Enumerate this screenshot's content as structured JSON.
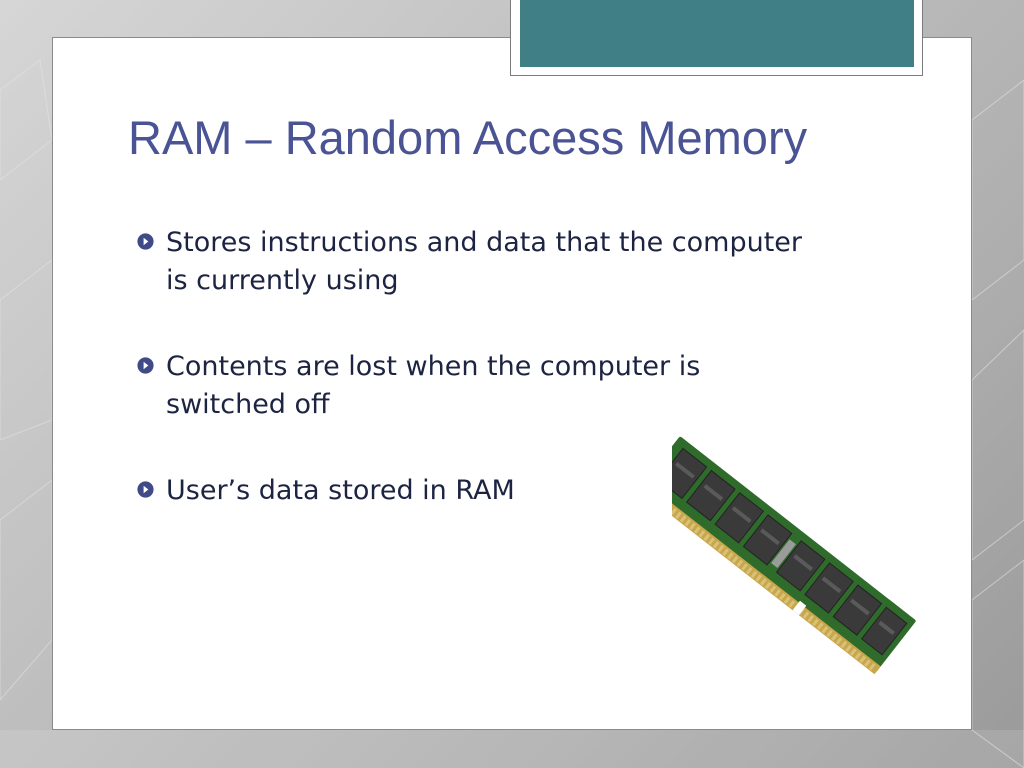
{
  "slide": {
    "title": "RAM – Random Access Memory",
    "bullets": [
      {
        "text": "Stores instructions and data that the computer is currently using"
      },
      {
        "text": "Contents are lost when the computer is switched off"
      },
      {
        "text": "User’s data stored in RAM"
      }
    ],
    "image": {
      "name": "ram-module-image"
    }
  },
  "colors": {
    "title": "#4a5394",
    "body_text": "#1d2442",
    "accent": "#417f86",
    "bullet_icon": "#3f4a86",
    "background": "#c4c4c4"
  }
}
